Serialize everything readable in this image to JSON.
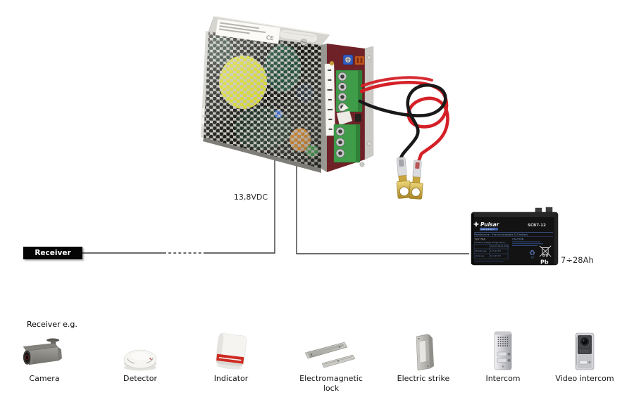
{
  "labels": {
    "voltage": "13,8VDC",
    "battery_capacity": "7÷28Ah",
    "receiver": "Receiver"
  },
  "psu": {
    "ce_mark": "CE",
    "icon": "power-supply-photo"
  },
  "battery": {
    "brand": "Pulsar",
    "website": "www.pulsar.pl",
    "model": "SCB7-12",
    "description": "Maintenance - free rechargeable SLA battery",
    "rating": "12V 7Ah",
    "caution_title": "CAUTION",
    "charge_table_title": "Constant voltage charge (25°C)",
    "charge_table_col": "VOLTAGE REGULATION",
    "charge_rows": [
      {
        "name": "Standby use",
        "value": "13,5-13,8 V"
      },
      {
        "name": "Cycle use",
        "value": "14,4-15,0 V"
      }
    ],
    "recycle_symbol": "♻",
    "pb_symbol": "Pb"
  },
  "examples": {
    "title": "Receiver e.g.",
    "items": [
      {
        "label": "Camera",
        "icon": "cctv-camera-icon"
      },
      {
        "label": "Detector",
        "icon": "smoke-detector-icon"
      },
      {
        "label": "Indicator",
        "icon": "siren-indicator-icon"
      },
      {
        "label": "Electromagnetic lock",
        "icon": "maglock-icon"
      },
      {
        "label": "Electric strike",
        "icon": "electric-strike-icon"
      },
      {
        "label": "Intercom",
        "icon": "intercom-icon"
      },
      {
        "label": "Video intercom",
        "icon": "video-intercom-icon"
      }
    ]
  },
  "colors": {
    "wire_positive": "#d42027",
    "wire_negative": "#1a1a1a",
    "terminal_block_green": "#3f9d49",
    "connector_gold": "#c8a53e",
    "connection_line": "#3c3c3c",
    "receiver_box_bg": "#000000",
    "receiver_box_text": "#ffffff"
  }
}
